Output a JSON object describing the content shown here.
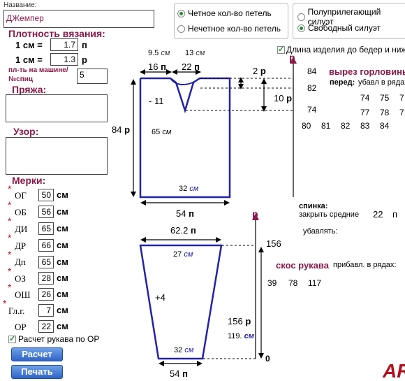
{
  "name_field": {
    "label": "Название:",
    "value": "ДЖемпер"
  },
  "density": {
    "title": "Плотность вязания:",
    "row1_label": "1 см =",
    "row1_value": "1.7",
    "row1_unit": "п",
    "row2_label": "1 см =",
    "row2_value": "1.3",
    "row2_unit": "р",
    "needles_label_1": "пл-ть на машине/",
    "needles_label_2": "№спиц",
    "needles_value": "5"
  },
  "yarn": {
    "title": "Пряжа:"
  },
  "pattern": {
    "title": "Узор:"
  },
  "measures": {
    "title": "Мерки:",
    "rows": [
      {
        "name": "ОГ",
        "value": "50",
        "unit": "см"
      },
      {
        "name": "ОБ",
        "value": "56",
        "unit": "см"
      },
      {
        "name": "ДИ",
        "value": "65",
        "unit": "см"
      },
      {
        "name": "ДР",
        "value": "66",
        "unit": "см"
      },
      {
        "name": "Дп",
        "value": "65",
        "unit": "см"
      },
      {
        "name": "ОЗ",
        "value": "28",
        "unit": "см"
      },
      {
        "name": "ОШ",
        "value": "26",
        "unit": "см"
      },
      {
        "name": "Гл.г.",
        "value": "7",
        "unit": "см"
      },
      {
        "name": "ОР",
        "value": "22",
        "unit": "см"
      }
    ]
  },
  "sleeve_by_or": {
    "label": "Расчет рукава по ОР",
    "checked": true
  },
  "buttons": {
    "calc": "Расчет",
    "print": "Печать"
  },
  "loops": {
    "even": "Четное кол-во петель",
    "odd": "Нечетное кол-во петель",
    "selected": "even"
  },
  "silhouette": {
    "semi": "Полуприлегающий силуэт",
    "free": "Свободный силуэт",
    "selected": "free"
  },
  "length_to_hips": {
    "label": "Длина изделия до бедер и ниже",
    "checked": true
  },
  "body_diagram": {
    "neck_cm": "9.5",
    "neck_cm_unit": "см",
    "shoulder_cm": "13",
    "shoulder_cm_unit": "см",
    "neck_p": "16",
    "shoulder_p": "22",
    "p": "п",
    "dec": "- 11",
    "height_p": "84",
    "height_r": "р",
    "height_cm": "65",
    "cm": "см",
    "hem_cm": "32",
    "width_p": "54",
    "neck_depth_r": "10",
    "shoulder_slope_r": "2",
    "r": "р"
  },
  "right_axis": {
    "label": "р",
    "row_84": "84",
    "row_82": "82",
    "row_74": "74",
    "row_80": "80",
    "row_81": "81",
    "row_82b": "82",
    "row_83": "83",
    "row_84b": "84",
    "row_74b": "74",
    "row_75": "75",
    "row_7a": "7",
    "row_77": "77",
    "row_78": "78",
    "row_7b": "7"
  },
  "neckline": {
    "title": "вырез горловины",
    "front_label": "перед:",
    "front_text": "убавл в рядах"
  },
  "back": {
    "title": "спинка:",
    "close_text": "закрыть средние",
    "close_value": "22",
    "close_unit": "п",
    "dec_text": "убавлять:"
  },
  "sleeve_diagram": {
    "top_p": "62.2",
    "p": "п",
    "top_cm": "27",
    "cm": "см",
    "inc": "+4",
    "height_r": "156",
    "r": "р",
    "height_cm": "119.",
    "bottom_cm": "32",
    "bottom_p": "54",
    "axis_top": "156",
    "axis_bottom": "0",
    "axis_label": "р"
  },
  "sleeve_bevel": {
    "title": "скос рукава",
    "text": "прибавл. в рядах:",
    "r1": "39",
    "r2": "78",
    "r3": "117"
  },
  "logo": {
    "text": "AR"
  }
}
